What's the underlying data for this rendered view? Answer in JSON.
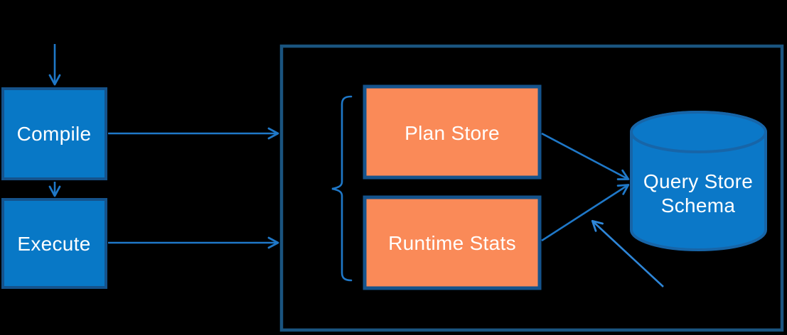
{
  "diagram": {
    "nodes": {
      "compile": {
        "label": "Compile"
      },
      "execute": {
        "label": "Execute"
      },
      "plan_store": {
        "label": "Plan Store"
      },
      "runtime_stats": {
        "label": "Runtime Stats"
      },
      "query_store_schema": {
        "label_line1": "Query Store",
        "label_line2": "Schema"
      }
    },
    "edges": [
      {
        "from": "external-input",
        "to": "compile"
      },
      {
        "from": "compile",
        "to": "query-store-container"
      },
      {
        "from": "compile",
        "to": "execute"
      },
      {
        "from": "execute",
        "to": "query-store-container"
      },
      {
        "from": "plan-store",
        "to": "query-store-schema"
      },
      {
        "from": "runtime-stats",
        "to": "query-store-schema"
      },
      {
        "from": "external-lower-right",
        "to": "query-store-schema"
      }
    ],
    "colors": {
      "background": "#000000",
      "blue_node_fill": "#0878C6",
      "blue_node_border": "#15538C",
      "orange_node_fill": "#FA8A58",
      "orange_node_border": "#15538C",
      "container_border": "#1A547F",
      "arrow": "#1F78C8",
      "arrow_light": "#2E86D8",
      "cylinder_fill": "#0B78C8",
      "cylinder_border": "#1765A8",
      "text": "#FFFFFF"
    }
  }
}
